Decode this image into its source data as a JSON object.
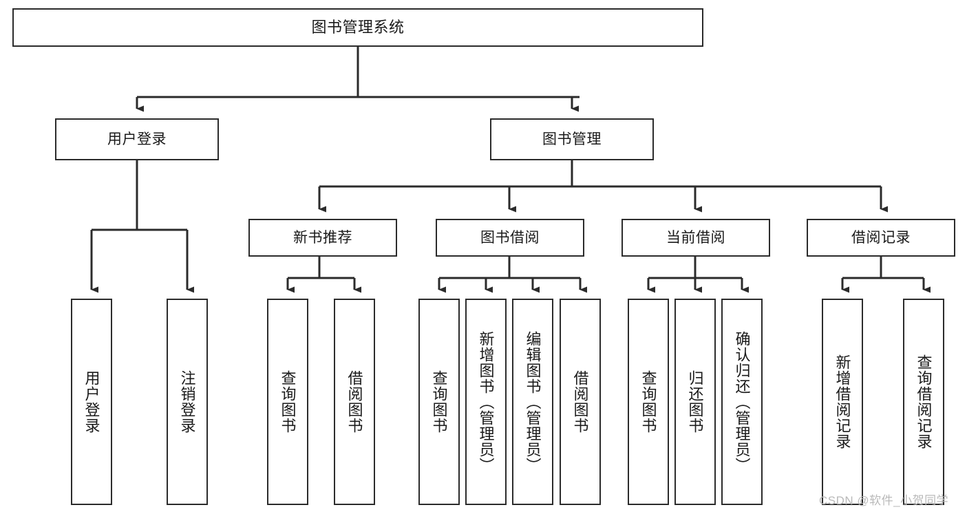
{
  "diagram": {
    "title": "图书管理系统",
    "type": "hierarchy-tree",
    "orientation": "top-down",
    "style": {
      "box_fill": "#ffffff",
      "box_stroke": "#2b2b2b",
      "connector_stroke": "#2b2b2b",
      "text_color": "#1a1a1a",
      "background": "#ffffff"
    },
    "nodes": {
      "root": {
        "label": "图书管理系统"
      },
      "level1": [
        {
          "label": "用户登录"
        },
        {
          "label": "图书管理"
        }
      ],
      "level2": [
        {
          "label": "新书推荐"
        },
        {
          "label": "图书借阅"
        },
        {
          "label": "当前借阅"
        },
        {
          "label": "借阅记录"
        }
      ],
      "leaves_user_login": [
        {
          "label": "用户登录"
        },
        {
          "label": "注销登录"
        }
      ],
      "leaves_new_books": [
        {
          "label": "查询图书"
        },
        {
          "label": "借阅图书"
        }
      ],
      "leaves_borrow": [
        {
          "label": "查询图书"
        },
        {
          "label": "新增图书（管理员）"
        },
        {
          "label": "编辑图书（管理员）"
        },
        {
          "label": "借阅图书"
        }
      ],
      "leaves_current": [
        {
          "label": "查询图书"
        },
        {
          "label": "归还图书"
        },
        {
          "label": "确认归还（管理员）"
        }
      ],
      "leaves_records": [
        {
          "label": "新增借阅记录"
        },
        {
          "label": "查询借阅记录"
        }
      ]
    }
  },
  "watermark": {
    "text": "CSDN @软件_小贺同学"
  }
}
